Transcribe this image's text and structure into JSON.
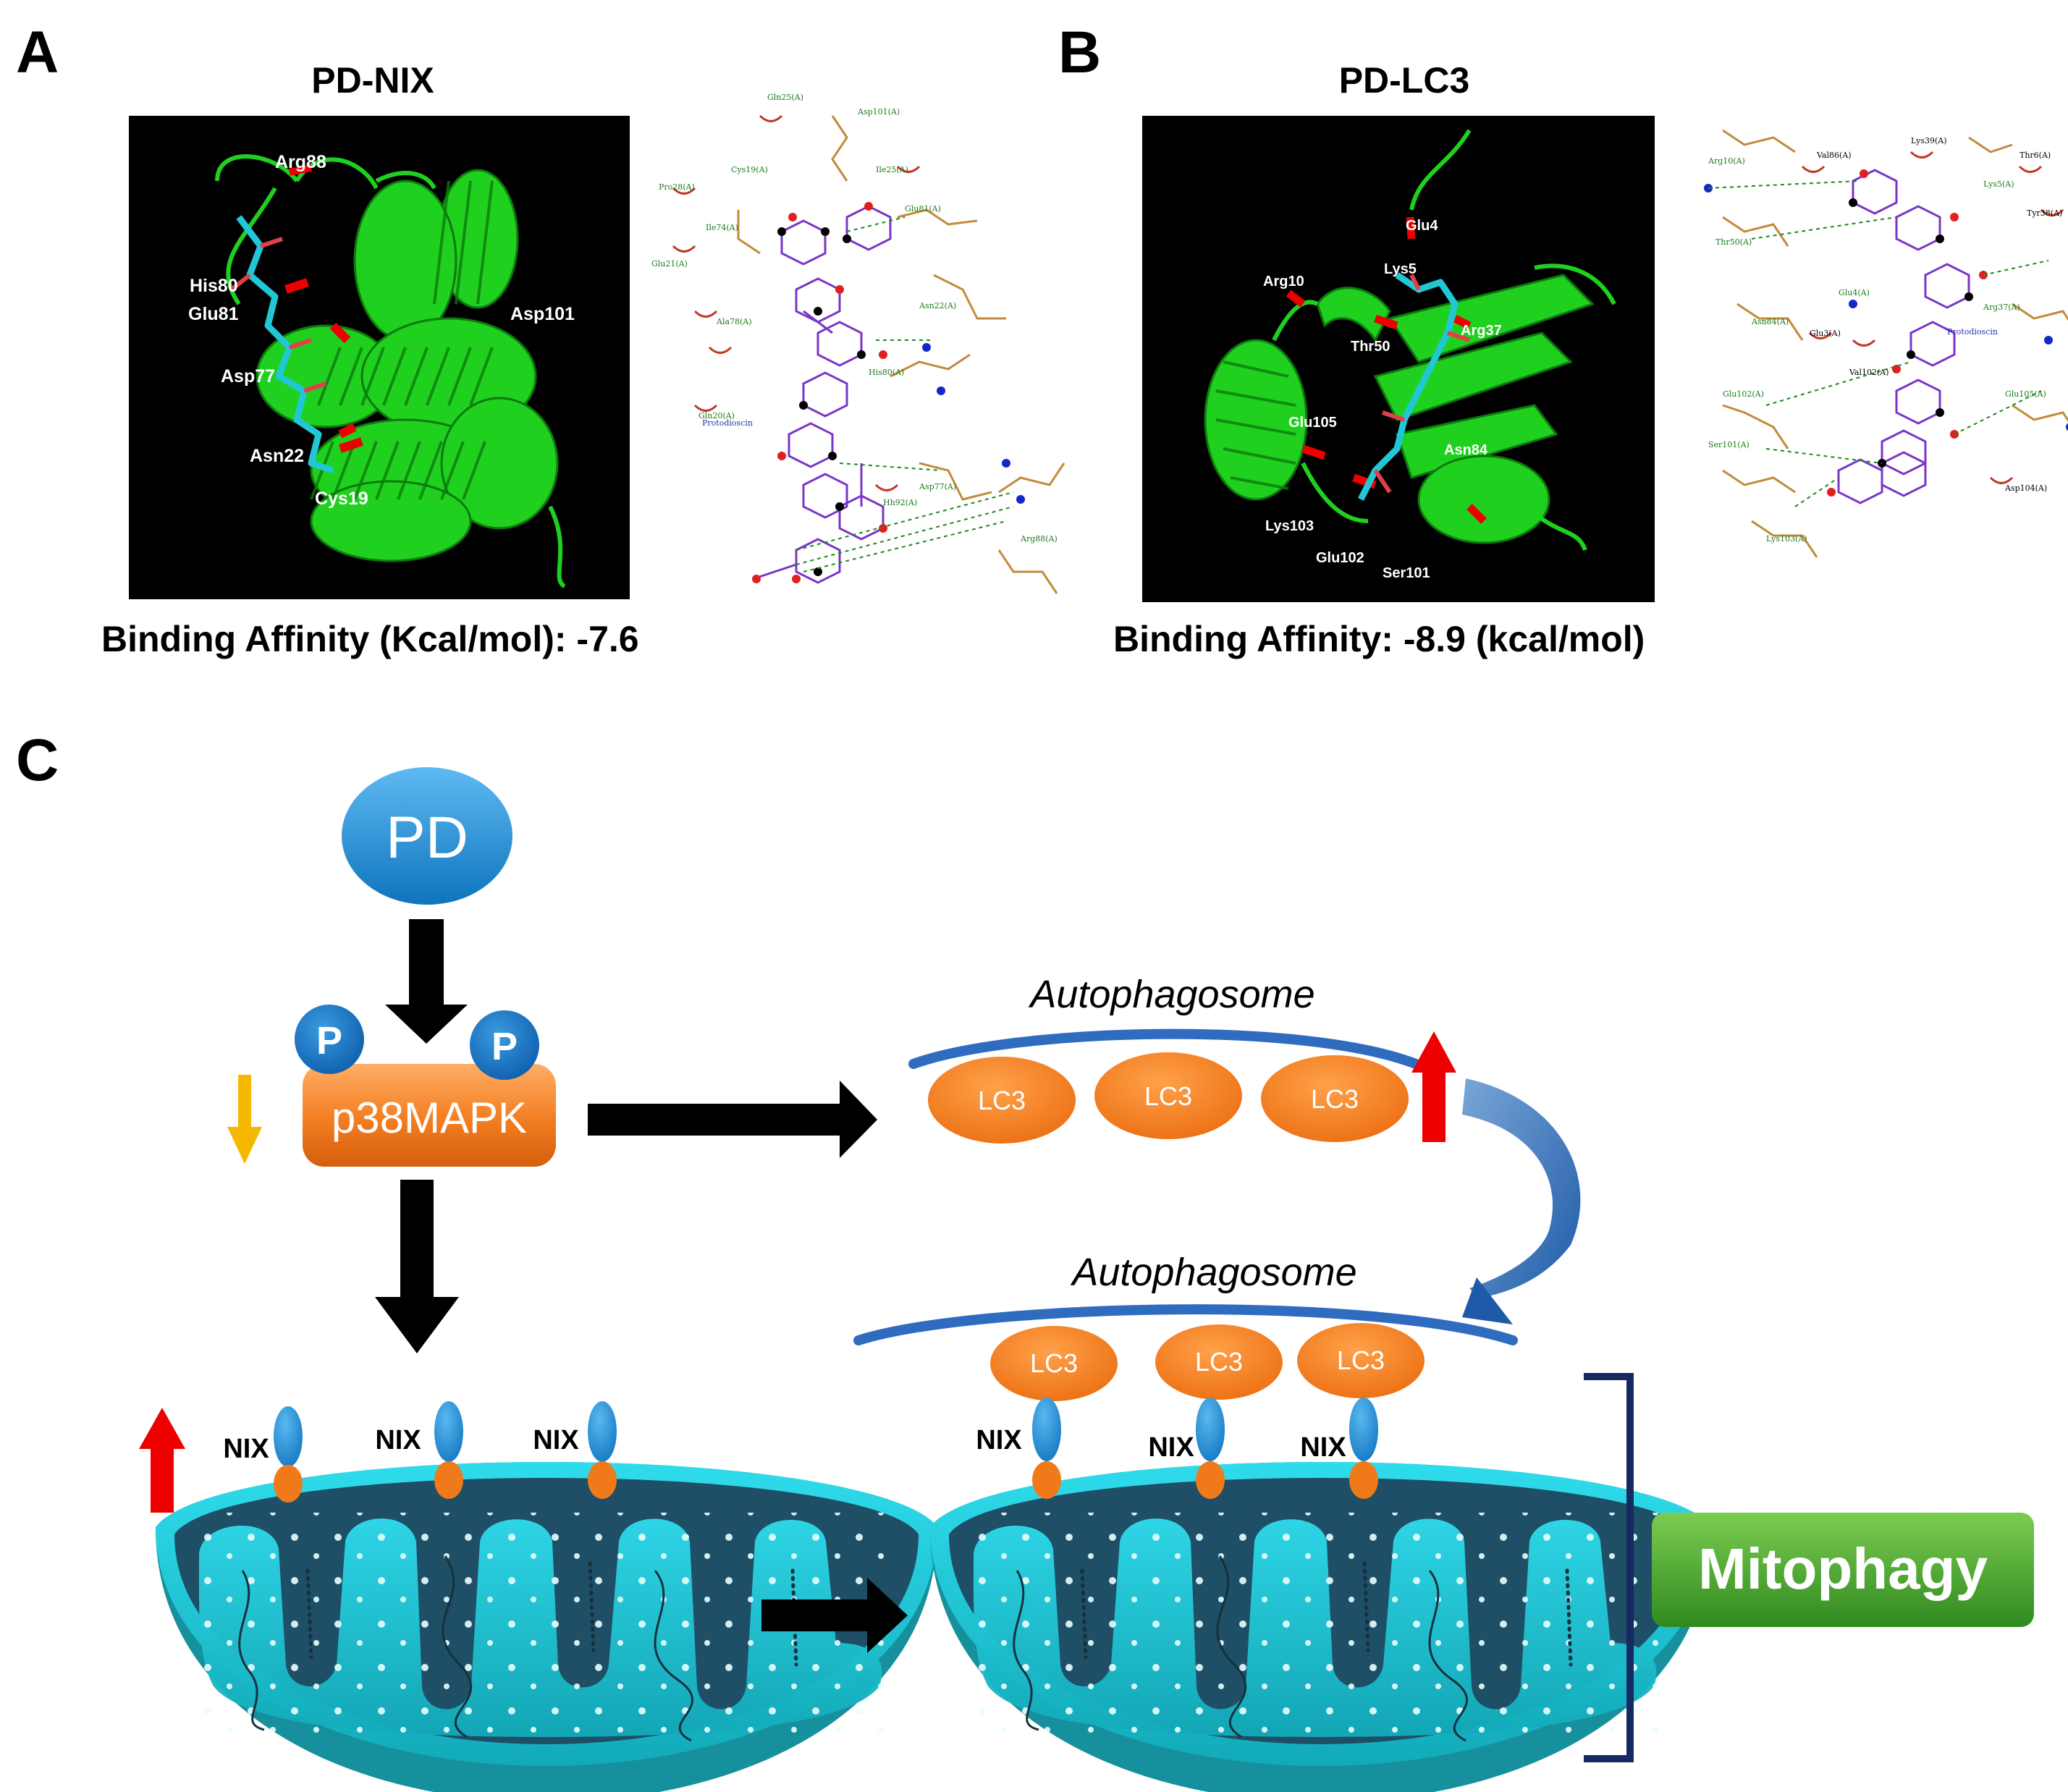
{
  "panel_a": {
    "letter": "A",
    "title": "PD-NIX",
    "residues": [
      "Arg88",
      "His80",
      "Glu81",
      "Asp101",
      "Asp77",
      "Asn22",
      "Cys19"
    ],
    "affinity": "Binding Affinity (Kcal/mol): -7.6",
    "ligplot": {
      "ligand": "Protodioscin",
      "labels": [
        "Gln25(A)",
        "Asp101(A)",
        "Cys19(A)",
        "Ile25(A)",
        "Pro28(A)",
        "Ile74(A)",
        "Glu81(A)",
        "Glu21(A)",
        "Ala78(A)",
        "Asn22(A)",
        "Gln20(A)",
        "His80(A)",
        "Asp77(A)",
        "Hh92(A)",
        "Arg88(A)"
      ]
    }
  },
  "panel_b": {
    "letter": "B",
    "title": "PD-LC3",
    "residues": [
      "Glu4",
      "Lys5",
      "Arg10",
      "Thr50",
      "Arg37",
      "Glu105",
      "Asn84",
      "Lys103",
      "Glu102",
      "Ser101"
    ],
    "affinity": "Binding Affinity:  -8.9 (kcal/mol)",
    "ligplot": {
      "ligand": "Protodioscin",
      "labels": [
        "Arg10(A)",
        "Val86(A)",
        "Lys39(A)",
        "Lys5(A)",
        "Thr6(A)",
        "Tyr38(A)",
        "Thr50(A)",
        "Glu4(A)",
        "Asn84(A)",
        "Glu3(A)",
        "Arg37(A)",
        "Val102(A)",
        "Glu102(A)",
        "Ser101(A)",
        "Glu105(A)",
        "Lys103(A)",
        "Asp104(A)"
      ]
    }
  },
  "panel_c": {
    "letter": "C",
    "pd_label": "PD",
    "phospho_label": "P",
    "kinase_label": "p38MAPK",
    "autophagosome_label": "Autophagosome",
    "lc3_label": "LC3",
    "nix_label": "NIX",
    "outcome_label": "Mitophagy"
  },
  "colors": {
    "pd_blue": "#1a8fd8",
    "kinase_orange": "#f07a1a",
    "down_arrow": "#f5b800",
    "up_arrow": "#ee0000",
    "mito_cyan": "#27cfe0",
    "mito_dark": "#1e4f66",
    "autophagosome": "#2f6cc0",
    "nix_blue": "#1d8ad4",
    "mitophagy_green": "#3f9a2a",
    "protein_green": "#1fd01f",
    "ligand_cyan": "#22c7d6",
    "bracket": "#152a60"
  }
}
